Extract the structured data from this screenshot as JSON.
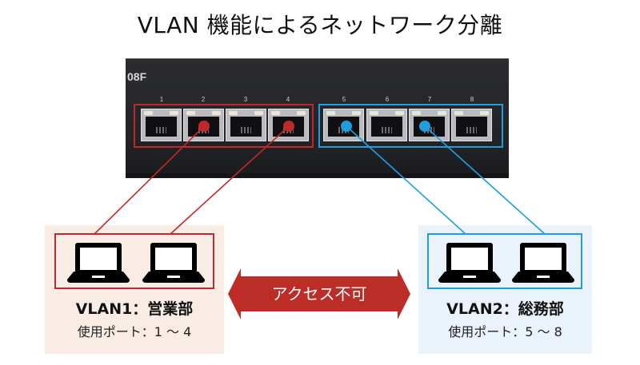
{
  "title": "VLAN 機能によるネットワーク分離",
  "switch": {
    "model_label": "08F",
    "ports": [
      "1",
      "2",
      "3",
      "4",
      "5",
      "6",
      "7",
      "8"
    ]
  },
  "colors": {
    "vlan1": "#c0292b",
    "vlan2": "#1e9ee0",
    "vlan1_panel_bg": "#f9ece5",
    "vlan2_panel_bg": "#eaf3fb",
    "arrow": "#bd2d27"
  },
  "vlans": [
    {
      "label": "VLAN1：営業部",
      "ports_text": "使用ポート：1 〜 4",
      "connected_ports": [
        2,
        4
      ],
      "devices": [
        "laptop-icon",
        "laptop-icon"
      ]
    },
    {
      "label": "VLAN2：総務部",
      "ports_text": "使用ポート：5 〜 8",
      "connected_ports": [
        5,
        7
      ],
      "devices": [
        "laptop-icon",
        "laptop-icon"
      ]
    }
  ],
  "arrow": {
    "label": "アクセス不可",
    "icon": "double-arrow-icon"
  }
}
